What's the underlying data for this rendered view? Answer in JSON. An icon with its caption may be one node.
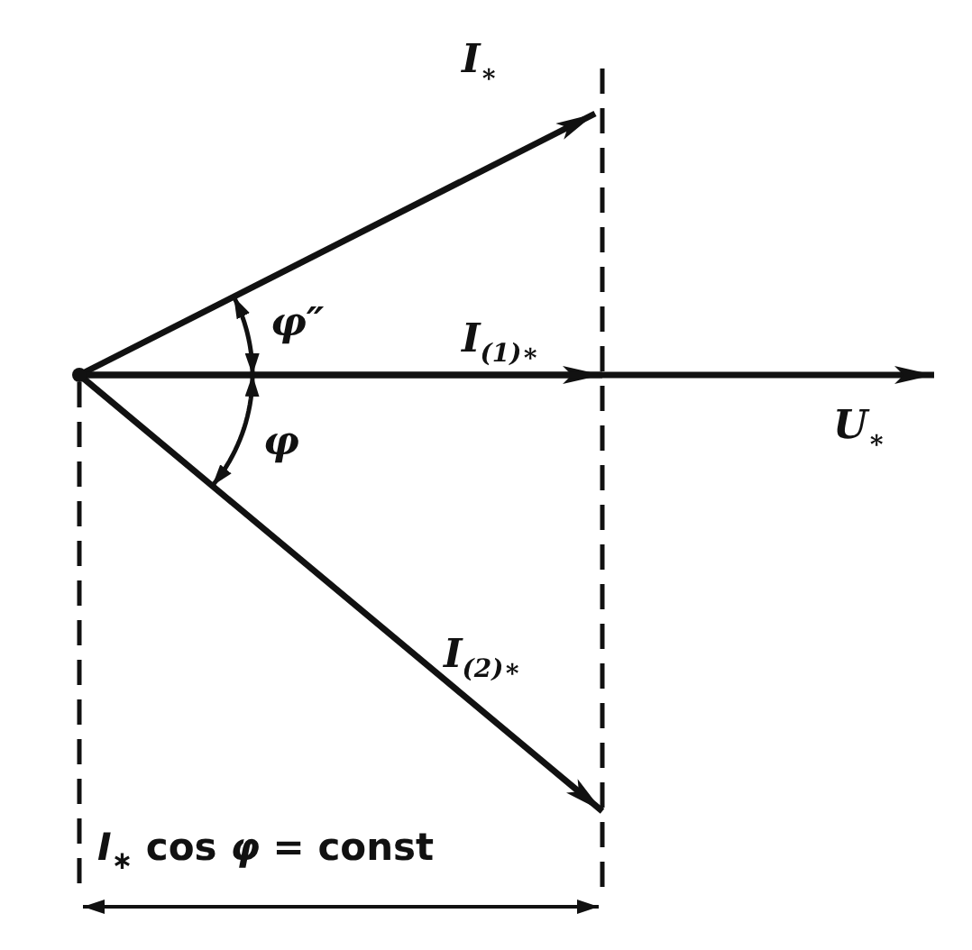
{
  "diagram": {
    "labels": [
      "I$_{∗}$",
      "φ″",
      "I$_{(1)∗}$",
      "φ",
      "U$_{∗}$",
      "I$_{(2)∗}$",
      "*I*$_{∗}$ cos *φ* = const"
    ]
  }
}
